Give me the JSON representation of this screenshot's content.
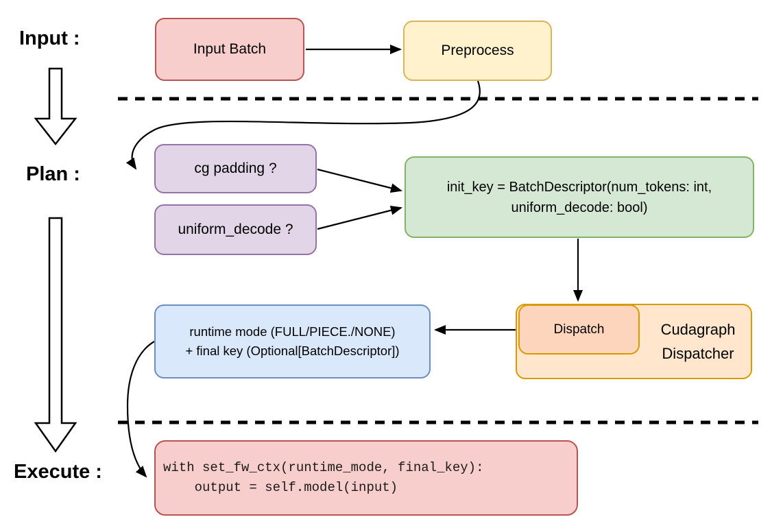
{
  "labels": {
    "input": "Input :",
    "plan": "Plan :",
    "execute": "Execute :"
  },
  "nodes": {
    "input_batch": {
      "label": "Input Batch"
    },
    "preprocess": {
      "label": "Preprocess"
    },
    "cg_padding": {
      "label": "cg padding ?"
    },
    "uniform_decode": {
      "label": "uniform_decode ?"
    },
    "init_key": {
      "line1": "init_key = BatchDescriptor(num_tokens: int,",
      "line2": "uniform_decode: bool)"
    },
    "dispatch": {
      "label": "Dispatch"
    },
    "dispatcher": {
      "line1": "Cudagraph",
      "line2": "Dispatcher"
    },
    "runtime": {
      "line1": "runtime mode (FULL/PIECE./NONE)",
      "line2": "+ final key (Optional[BatchDescriptor])"
    },
    "execute_code": {
      "line1": "with set_fw_ctx(runtime_mode, final_key):",
      "line2": "    output = self.model(input)"
    }
  },
  "colors": {
    "pink_fill": "#f8cecc",
    "pink_stroke": "#b85450",
    "yellow_fill": "#fff2cc",
    "yellow_stroke": "#d6b656",
    "purple_fill": "#e1d5e7",
    "purple_stroke": "#9673a6",
    "green_fill": "#d5e8d4",
    "green_stroke": "#82b366",
    "blue_fill": "#dae8fc",
    "blue_stroke": "#6c8ebf",
    "orange_fill": "#ffe6cc",
    "orange_stroke": "#d79b00",
    "dispatch_fill": "#fcd5bc",
    "connector": "#000000"
  }
}
